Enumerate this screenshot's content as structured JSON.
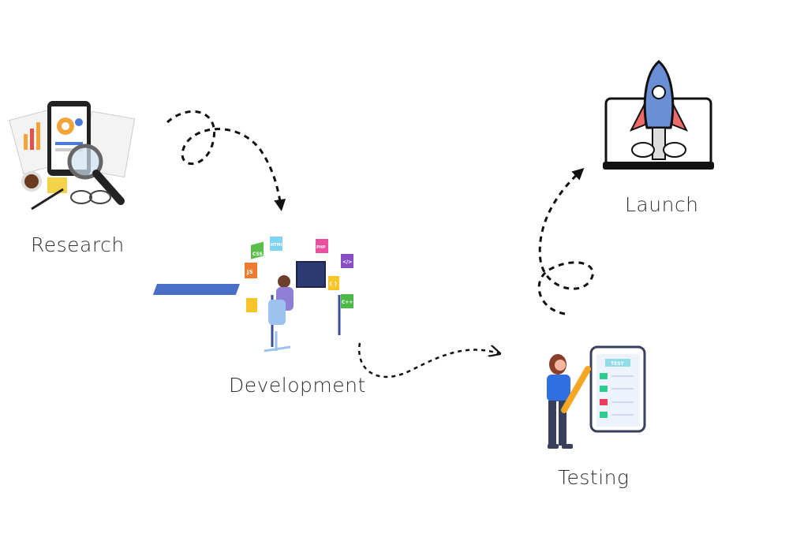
{
  "steps": [
    {
      "label": "Research"
    },
    {
      "label": "Development"
    },
    {
      "label": "Testing"
    },
    {
      "label": "Launch"
    }
  ],
  "illustrations": {
    "development_badges": [
      "CSS",
      "HTML",
      "PHP",
      "JS",
      "C++",
      "</>",
      "{ }"
    ],
    "testing_header": "TEST"
  },
  "colors": {
    "text": "#2f2f2f",
    "arrow": "#111111",
    "rocket_body": "#6b8fd6",
    "rocket_fins": "#ef6b6b",
    "check_green": "#2ecc8f",
    "cross_red": "#ee3b5b",
    "test_header": "#8fdde8"
  }
}
